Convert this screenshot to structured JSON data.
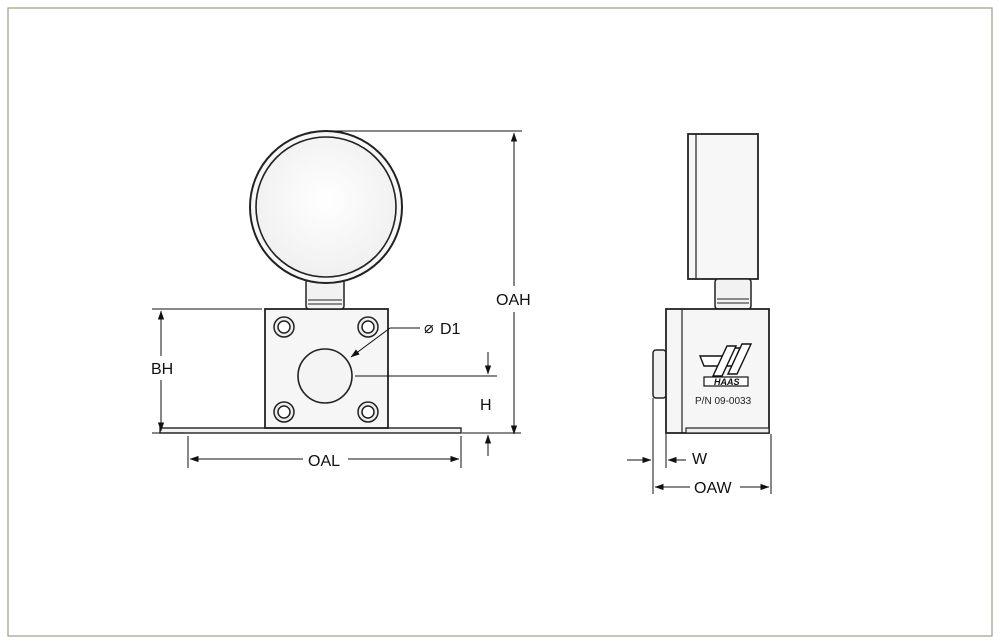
{
  "labels": {
    "oah": "OAH",
    "bh": "BH",
    "h": "H",
    "oal": "OAL",
    "d1": "D1",
    "diameter_symbol": "⌀",
    "w": "W",
    "oaw": "OAW"
  },
  "side_view": {
    "logo_text": "HAAS",
    "part_number": "P/N 09-0033"
  },
  "colors": {
    "frame": "#9aa082",
    "line": "#111111",
    "body_fill": "#f6f6f6"
  }
}
